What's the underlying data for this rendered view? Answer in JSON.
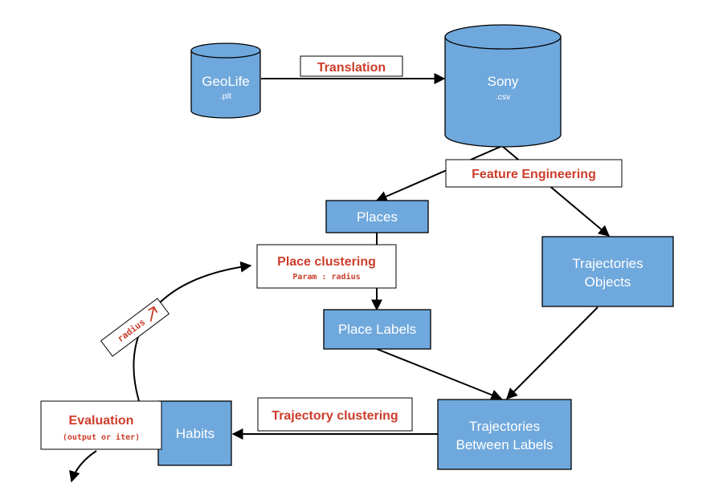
{
  "nodes": {
    "geolife": {
      "label": "GeoLife",
      "sublabel": ".plt"
    },
    "sony": {
      "label": "Sony",
      "sublabel": ".csv"
    },
    "places": {
      "label": "Places"
    },
    "place_labels": {
      "label": "Place Labels"
    },
    "trajectories_objects": {
      "line1": "Trajectories",
      "line2": "Objects"
    },
    "trajectories_between": {
      "line1": "Trajectories",
      "line2": "Between Labels"
    },
    "habits": {
      "label": "Habits"
    }
  },
  "steps": {
    "translation": {
      "label": "Translation"
    },
    "feature_engineering": {
      "label": "Feature Engineering"
    },
    "place_clustering": {
      "label": "Place clustering",
      "param": "Param : radius"
    },
    "trajectory_clustering": {
      "label": "Trajectory clustering"
    },
    "evaluation": {
      "label": "Evaluation",
      "note": "(output or iter)"
    },
    "radius_tag": {
      "label": "radius"
    }
  },
  "colors": {
    "node_fill": "#6fa8dc",
    "step_text": "#cc3d2b",
    "edge": "#000000"
  }
}
